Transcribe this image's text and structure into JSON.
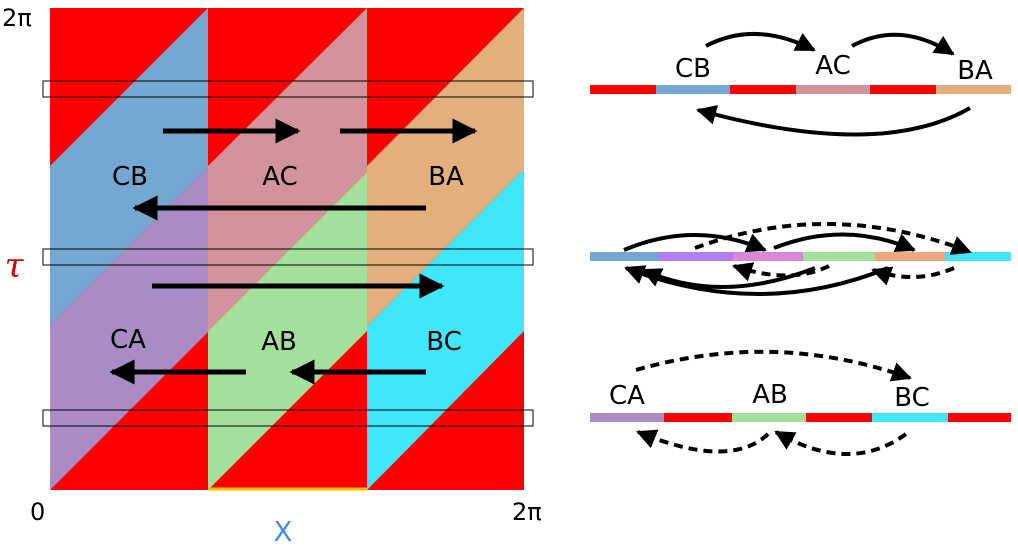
{
  "axes": {
    "y_top": "2π",
    "origin": "0",
    "x_right": "2π",
    "x_label": "X",
    "y_label": "τ"
  },
  "colors": {
    "red": "#ff0000",
    "CB": "#74a8d3",
    "AC": "#d2949a",
    "BA": "#e3b07d",
    "CA": "#a98cc5",
    "AB": "#a3e09c",
    "BC": "#42e6fa",
    "x_label": "#4a90d9",
    "y_label": "#d40000",
    "highlight": "#f0c000"
  },
  "regions": {
    "CB": "CB",
    "AC": "AC",
    "BA": "BA",
    "CA": "CA",
    "AB": "AB",
    "BC": "BC"
  },
  "strips": {
    "top": {
      "labels": [
        "CB",
        "AC",
        "BA"
      ]
    },
    "middle": {
      "labels": []
    },
    "bottom": {
      "labels": [
        "CA",
        "AB",
        "BC"
      ]
    }
  }
}
